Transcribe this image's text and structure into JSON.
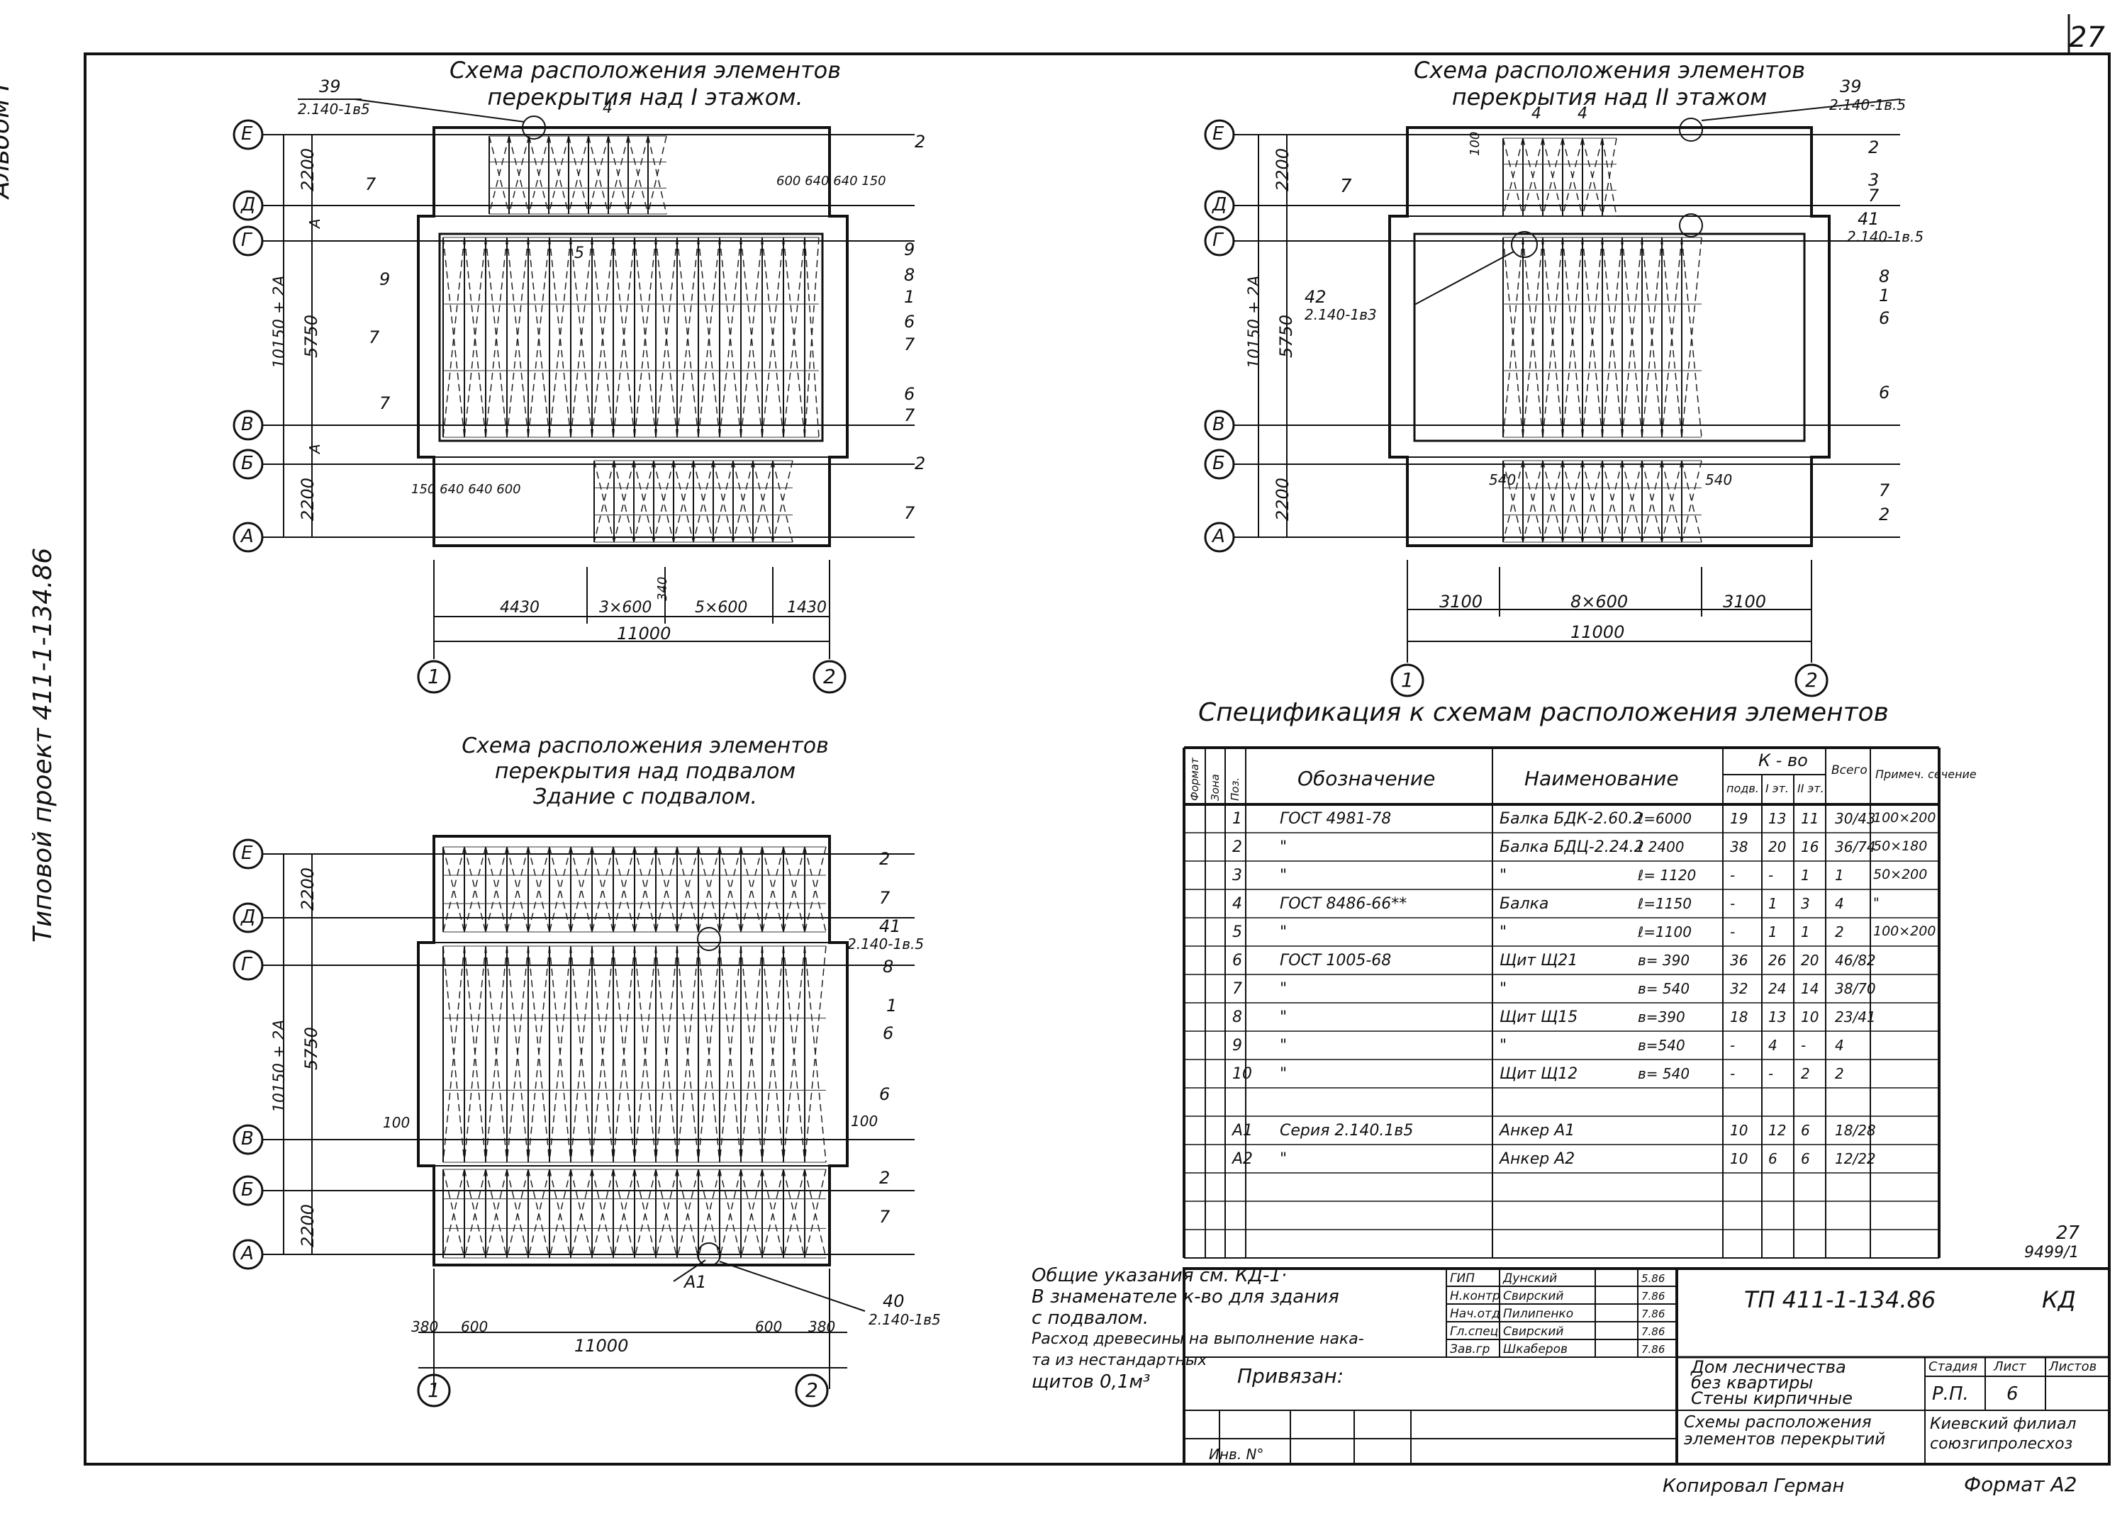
{
  "sheet_number": "27",
  "side_labels": [
    "Альбом I",
    "Типовой   проект  411-1-134.86"
  ],
  "plan1": {
    "title": [
      "Схема расположения элементов",
      "перекрытия  над  I этажом."
    ],
    "axes_rows": [
      "Е",
      "Д",
      "Г",
      "В",
      "Б",
      "А"
    ],
    "axes_cols": [
      "1",
      "2"
    ],
    "dims_left": [
      "2200",
      "А",
      "10150 + 2А",
      "5750",
      "А",
      "2200"
    ],
    "dims_bottom": [
      "4430",
      "3×600",
      "340",
      "5×600",
      "1430"
    ],
    "total": "11000",
    "callouts_right": [
      "2",
      "9",
      "8",
      "1",
      "6",
      "7",
      "6",
      "7",
      "2",
      "7"
    ],
    "callouts_left": [
      "7",
      "9",
      "7",
      "7"
    ],
    "top_dims": [
      "600",
      "640",
      "640",
      "150"
    ],
    "bottom_left_dims": [
      "150",
      "640",
      "640",
      "600"
    ],
    "anchor": "39",
    "anchor_ref": "2.140-1в5",
    "mark4": "4",
    "mark5": "5"
  },
  "plan2": {
    "title": [
      "Схема расположения элементов",
      "перекрытия  над  II этажом"
    ],
    "dims_bottom": [
      "3100",
      "8×600",
      "3100"
    ],
    "total": "11000",
    "callouts_right": [
      "2",
      "3",
      "7",
      "41",
      "8",
      "1",
      "6",
      "6",
      "7",
      "2"
    ],
    "ref41": "2.140-1в.5",
    "anchor": "39",
    "anchor_ref": "2.140-1в.5",
    "anchor42": "42",
    "ref42": "2.140-1в3",
    "left_callout": "7",
    "marks4": [
      "4",
      "4"
    ],
    "dim100": "100",
    "dim540": [
      "540",
      "540"
    ]
  },
  "plan3": {
    "title": [
      "Схема расположения элементов",
      "перекрытия  над подвалом",
      "Здание с подвалом."
    ],
    "callouts_right": [
      "2",
      "7",
      "41",
      "8",
      "1",
      "6",
      "6",
      "2",
      "7",
      "40"
    ],
    "ref41": "2.140-1в.5",
    "ref40": "2.140-1в5",
    "anchor_a1": "А1",
    "dims_bottom": [
      "380",
      "600",
      "600",
      "380"
    ],
    "total": "11000",
    "dim100": [
      "100",
      "100"
    ]
  },
  "spec": {
    "title": "Спецификация к схемам расположения элементов",
    "head": {
      "format": "Формат",
      "zone": "Зона",
      "pos": "Поз.",
      "designation": "Обозначение",
      "name": "Наименование",
      "qty": "К - во",
      "q_cols": [
        "подв.",
        "I эт.",
        "II эт."
      ],
      "total": "Всего",
      "note": "Примеч. сечение"
    },
    "rows": [
      {
        "pos": "1",
        "doc": "ГОСТ 4981-78",
        "name": "Балка БДК-2.60.2",
        "len": "ℓ=6000",
        "q": [
          "19",
          "13",
          "11"
        ],
        "t": "30/43",
        "n": "100×200"
      },
      {
        "pos": "2",
        "doc": "\"",
        "name": "Балка БДЦ-2.24.2",
        "len": "ℓ 2400",
        "q": [
          "38",
          "20",
          "16"
        ],
        "t": "36/74",
        "n": "50×180"
      },
      {
        "pos": "3",
        "doc": "\"",
        "name": "\"",
        "len": "ℓ= 1120",
        "q": [
          "-",
          "-",
          "1"
        ],
        "t": "1",
        "n": "50×200"
      },
      {
        "pos": "4",
        "doc": "ГОСТ 8486-66**",
        "name": "Балка",
        "len": "ℓ=1150",
        "q": [
          "-",
          "1",
          "3"
        ],
        "t": "4",
        "n": "\""
      },
      {
        "pos": "5",
        "doc": "\"",
        "name": "\"",
        "len": "ℓ=1100",
        "q": [
          "-",
          "1",
          "1"
        ],
        "t": "2",
        "n": "100×200"
      },
      {
        "pos": "6",
        "doc": "ГОСТ 1005-68",
        "name": "Щит Щ21",
        "len": "в= 390",
        "q": [
          "36",
          "26",
          "20"
        ],
        "t": "46/82",
        "n": ""
      },
      {
        "pos": "7",
        "doc": "\"",
        "name": "\"",
        "len": "в= 540",
        "q": [
          "32",
          "24",
          "14"
        ],
        "t": "38/70",
        "n": ""
      },
      {
        "pos": "8",
        "doc": "\"",
        "name": "Щит Щ15",
        "len": "в=390",
        "q": [
          "18",
          "13",
          "10"
        ],
        "t": "23/41",
        "n": ""
      },
      {
        "pos": "9",
        "doc": "\"",
        "name": "\"",
        "len": "в=540",
        "q": [
          "-",
          "4",
          "-"
        ],
        "t": "4",
        "n": ""
      },
      {
        "pos": "10",
        "doc": "\"",
        "name": "Щит Щ12",
        "len": "в= 540",
        "q": [
          "-",
          "-",
          "2"
        ],
        "t": "2",
        "n": ""
      },
      {
        "pos": "",
        "doc": "",
        "name": "",
        "len": "",
        "q": [
          "",
          "",
          ""
        ],
        "t": "",
        "n": ""
      },
      {
        "pos": "А1",
        "doc": "Серия 2.140.1в5",
        "name": "Анкер А1",
        "len": "",
        "q": [
          "10",
          "12",
          "6"
        ],
        "t": "18/28",
        "n": ""
      },
      {
        "pos": "А2",
        "doc": "\"",
        "name": "Анкер А2",
        "len": "",
        "q": [
          "10",
          "6",
          "6"
        ],
        "t": "12/22",
        "n": ""
      },
      {
        "pos": "",
        "doc": "",
        "name": "",
        "len": "",
        "q": [
          "",
          "",
          ""
        ],
        "t": "",
        "n": ""
      },
      {
        "pos": "",
        "doc": "",
        "name": "",
        "len": "",
        "q": [
          "",
          "",
          ""
        ],
        "t": "",
        "n": ""
      },
      {
        "pos": "",
        "doc": "",
        "name": "",
        "len": "",
        "q": [
          "",
          "",
          ""
        ],
        "t": "",
        "n": ""
      }
    ]
  },
  "notes": [
    "Общие указания см. КД-1·",
    "В знаменателе к-во для здания",
    "с подвалом.",
    "Расход древесины на выполнение нака-",
    "та из нестандартных",
    "щитов 0,1м³"
  ],
  "page_marks": {
    "num": "27",
    "code": "9499/1"
  },
  "stamp": {
    "code": "ТП  411-1-134.86",
    "mark": "КД",
    "roles": [
      "ГИП",
      "Н.контр",
      "Нач.отд",
      "Гл.спец",
      "Зав.гр"
    ],
    "names": [
      "Дунский",
      "Свирский",
      "Пилипенко",
      "Свирский",
      "Шкаберов"
    ],
    "dates": [
      "5.86",
      "7.86",
      "7.86",
      "7.86",
      "7.86"
    ],
    "bound": "Привязан:",
    "inv": "Инв. N°",
    "object": [
      "Дом лесничества",
      "без квартиры",
      "Стены кирпичные"
    ],
    "sheet_title": [
      "Схемы расположения",
      "элементов перекрытий"
    ],
    "stage_h": "Стадия",
    "sheet_h": "Лист",
    "sheets_h": "Листов",
    "stage": "Р.П.",
    "sheet": "6",
    "org": [
      "Киевский филиал",
      "союзгипролесхоз"
    ]
  },
  "footer": {
    "copied": "Копировал Герман",
    "format": "Формат А2"
  }
}
